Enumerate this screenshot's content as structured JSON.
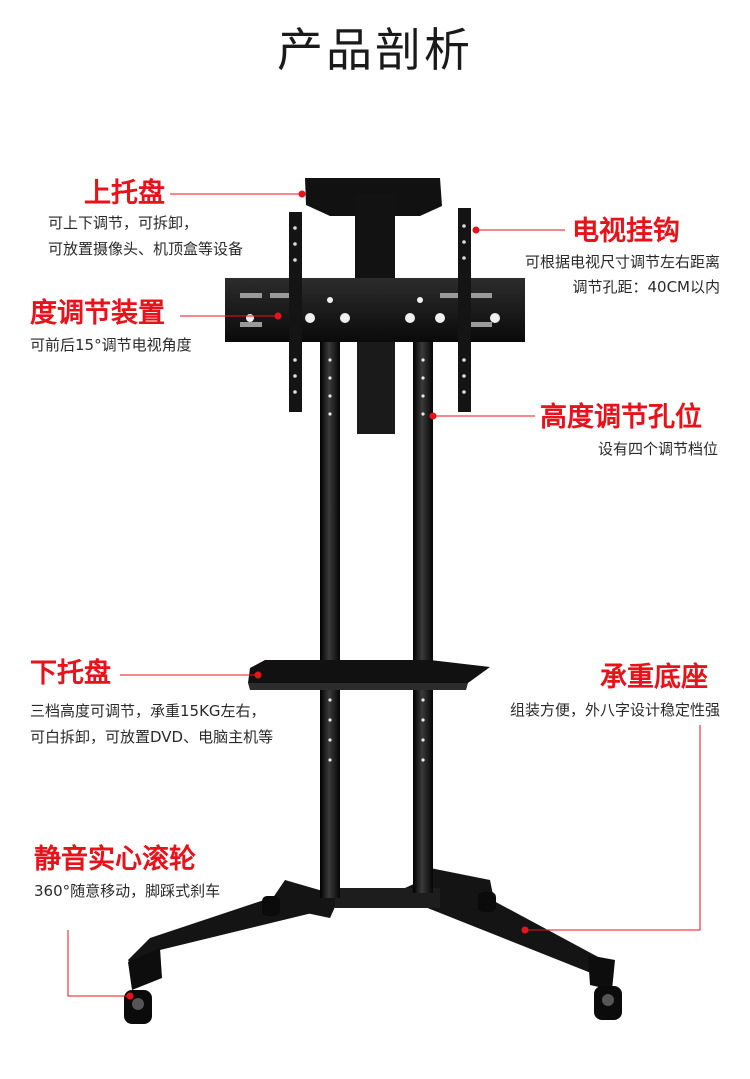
{
  "title": "产品剖析",
  "callouts": {
    "top_tray": {
      "title": "上托盘",
      "lines": [
        "可上下调节，可拆卸，",
        "可放置摄像头、机顶盒等设备"
      ]
    },
    "tv_hook": {
      "title": "电视挂钩",
      "lines": [
        "可根据电视尺寸调节左右距离",
        "调节孔距：40CM以内"
      ]
    },
    "tilt": {
      "title": "度调节装置",
      "lines": [
        "可前后15°调节电视角度"
      ]
    },
    "height_holes": {
      "title": "高度调节孔位",
      "lines": [
        "设有四个调节档位"
      ]
    },
    "bottom_tray": {
      "title": "下托盘",
      "lines": [
        "三档高度可调节，承重15KG左右，",
        "可白拆卸，可放置DVD、电脑主机等"
      ]
    },
    "base": {
      "title": "承重底座",
      "lines": [
        "组装方便，外八字设计稳定性强"
      ]
    },
    "wheels": {
      "title": "静音实心滚轮",
      "lines": [
        "360°随意移动，脚踩式刹车"
      ]
    }
  },
  "colors": {
    "accent": "#e8121b",
    "text": "#2a2a2a",
    "metal": "#161616"
  }
}
